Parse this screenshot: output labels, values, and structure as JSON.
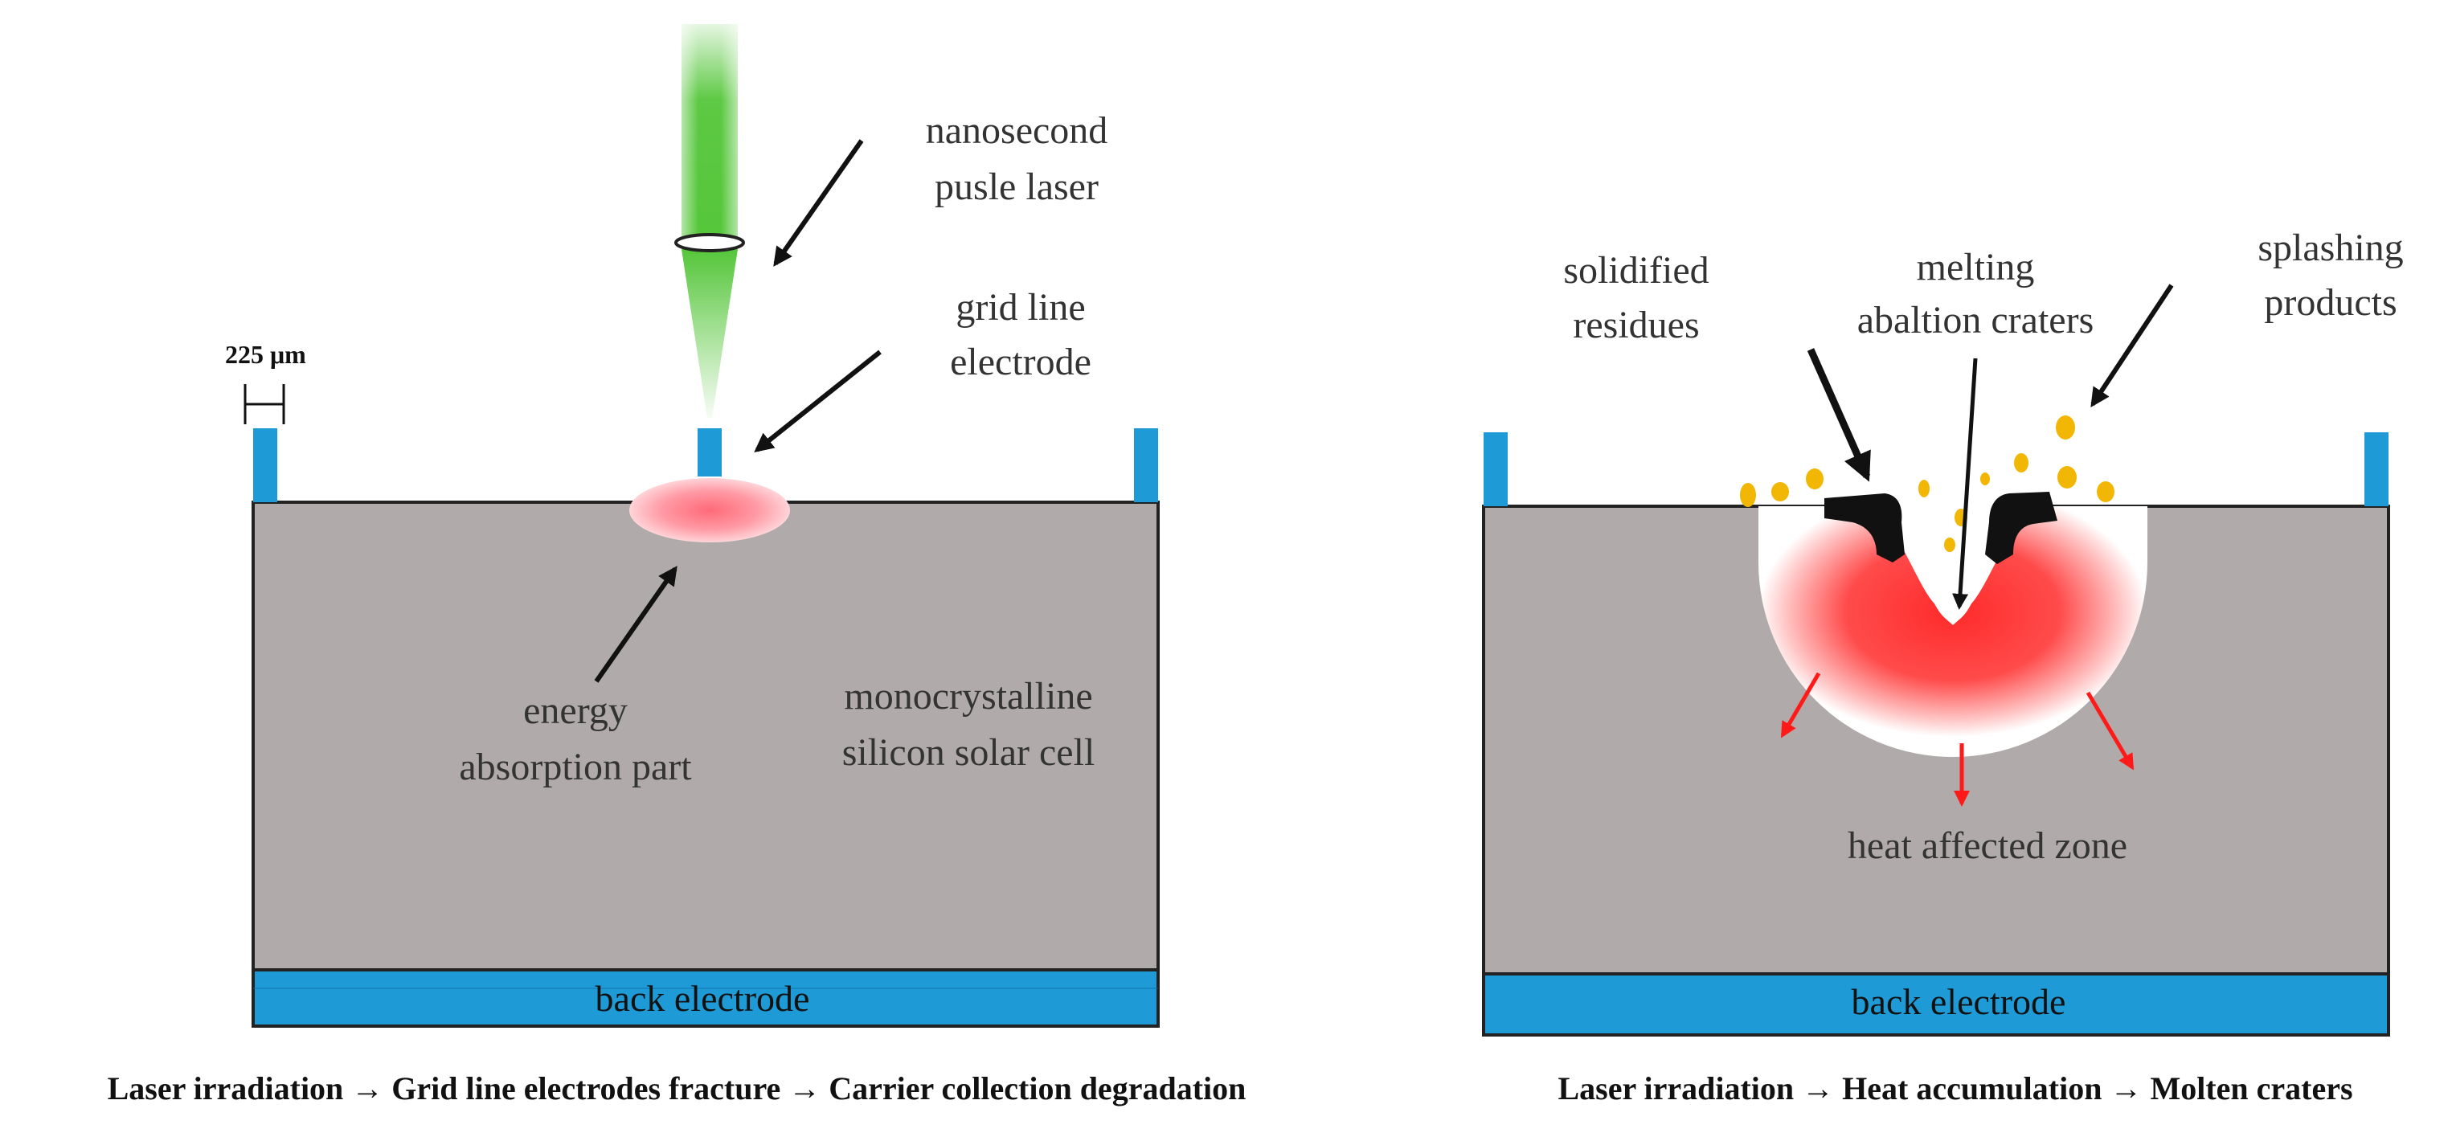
{
  "colors": {
    "cell_gray": "#b0abaa",
    "electrode_blue": "#1e9ad6",
    "laser_green": "#55c63a",
    "heat_red": "#ff3b3b",
    "particle_yellow": "#f2b705",
    "arrow_black": "#111111"
  },
  "left_panel": {
    "scale_label": "225 μm",
    "laser_label_line1": "nanosecond",
    "laser_label_line2": "pusle laser",
    "grid_label_line1": "grid line",
    "grid_label_line2": "electrode",
    "energy_label_line1": "energy",
    "energy_label_line2": "absorption part",
    "cell_label_line1": "monocrystalline",
    "cell_label_line2": "silicon solar cell",
    "back_electrode": "back electrode",
    "caption": "Laser irradiation → Grid line electrodes fracture → Carrier collection degradation"
  },
  "right_panel": {
    "residue_label_line1": "solidified",
    "residue_label_line2": "residues",
    "crater_label_line1": "melting",
    "crater_label_line2": "abaltion craters",
    "splash_label_line1": "splashing",
    "splash_label_line2": "products",
    "heat_zone_label": "heat affected zone",
    "back_electrode": "back electrode",
    "caption": "Laser irradiation → Heat accumulation → Molten craters"
  }
}
